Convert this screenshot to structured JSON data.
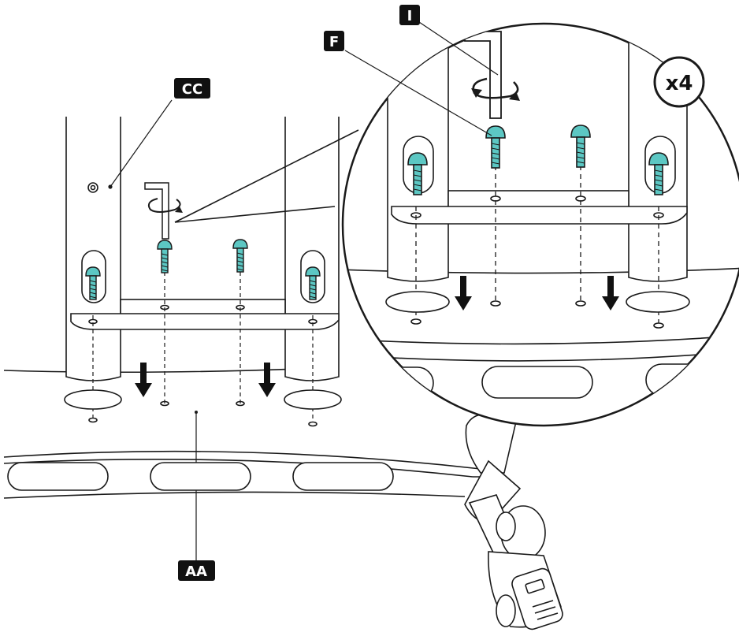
{
  "labels": {
    "cc": "CC",
    "aa": "AA",
    "f": "F",
    "i": "I"
  },
  "quantity_badge": "x4",
  "colors": {
    "line": "#1a1a1a",
    "screw": "#5cc7c3",
    "tag_bg": "#111111",
    "tag_text": "#ffffff",
    "bolt_slot": "#ffffff"
  },
  "icons": {
    "hex_key": "allen-key-icon",
    "rotate": "rotate-arrow-icon",
    "down": "down-arrow-icon",
    "screw": "screw-icon"
  }
}
